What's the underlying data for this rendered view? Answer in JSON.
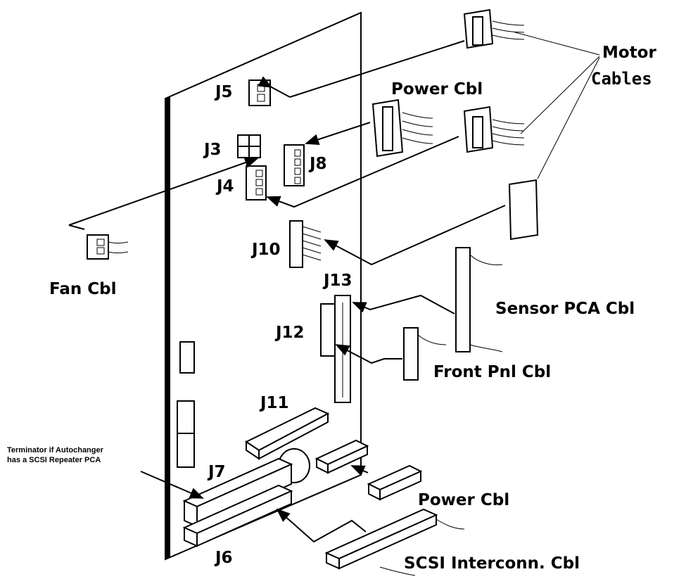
{
  "connectors": {
    "j3": "J3",
    "j4": "J4",
    "j5": "J5",
    "j6": "J6",
    "j7": "J7",
    "j8": "J8",
    "j10": "J10",
    "j11": "J11",
    "j12": "J12",
    "j13": "J13"
  },
  "cables": {
    "motor_line1": "Motor",
    "motor_line2": "Cables",
    "power_top": "Power Cbl",
    "fan": "Fan Cbl",
    "sensor_pca": "Sensor PCA Cbl",
    "front_panel": "Front Pnl Cbl",
    "power_bottom": "Power Cbl",
    "scsi_interconn": "SCSI Interconn. Cbl"
  },
  "note": {
    "line1": "Terminator if Autochanger",
    "line2": "has a SCSI Repeater PCA"
  }
}
